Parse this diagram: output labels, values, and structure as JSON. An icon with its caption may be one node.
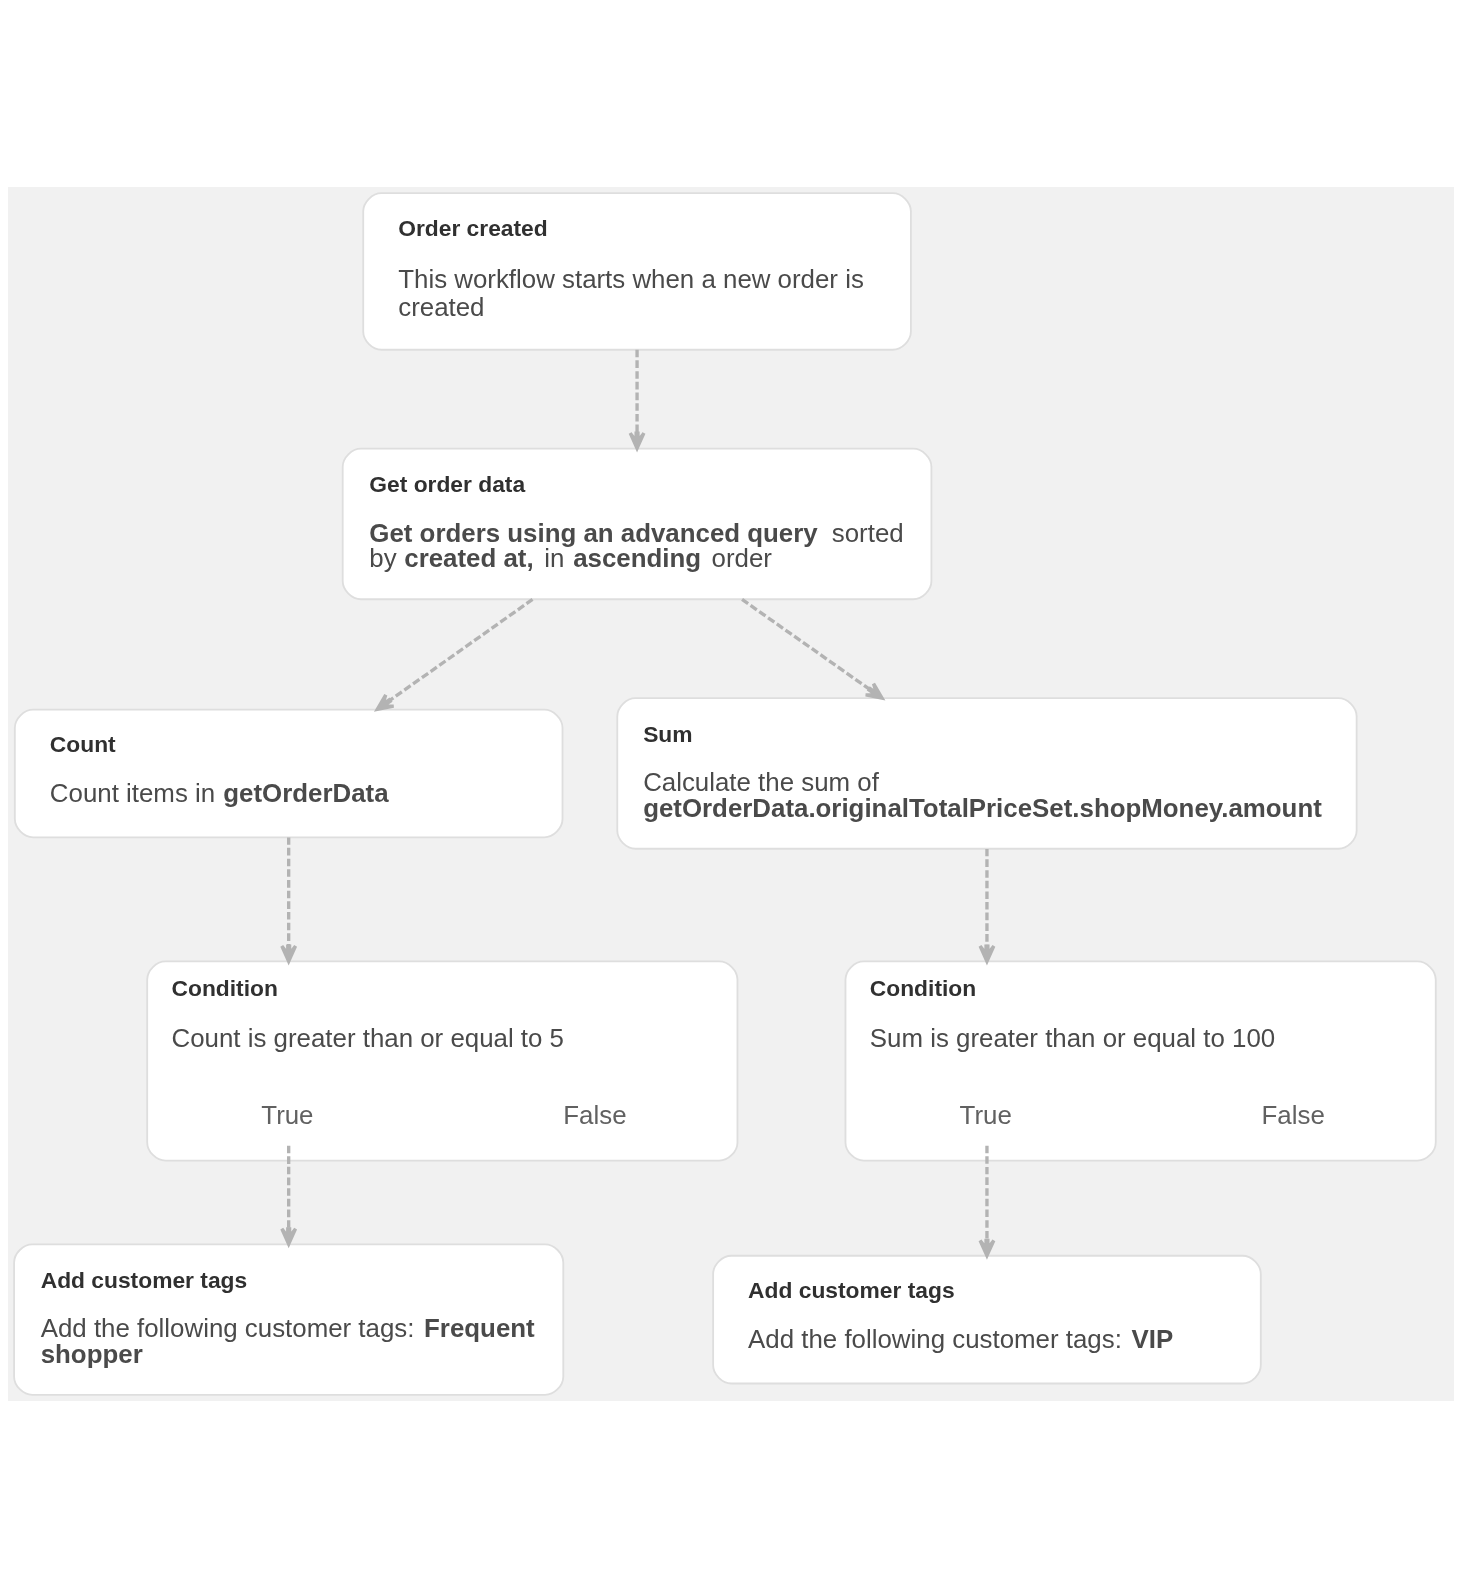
{
  "diagram": {
    "nodes": [
      {
        "text": [
          "Order created",
          "This workflow starts when a new order is created"
        ]
      },
      {
        "text": [
          "Get order data",
          "**Get orders using an advanced query** sorted by **created at**, in **ascending** order"
        ]
      },
      {
        "text": [
          "Count",
          "Count items in **getOrderData**"
        ]
      },
      {
        "text": [
          "Sum",
          "Calculate the sum of **getOrderData.originalTotalPriceSet.shopMoney.amount**"
        ]
      },
      {
        "text": [
          "Condition",
          "Count is greater than or equal to 5"
        ]
      },
      {
        "text": [
          "True"
        ],
        "in": 4
      },
      {
        "text": [
          "False"
        ],
        "in": 4
      },
      {
        "text": [
          "Condition",
          "Sum is greater than or equal to 100"
        ]
      },
      {
        "text": [
          "True"
        ],
        "in": 7
      },
      {
        "text": [
          "False"
        ],
        "in": 7
      },
      {
        "text": [
          "Add customer tags",
          "Add the following customer tags: **Frequent shopper**"
        ]
      },
      {
        "text": [
          "Add customer tags",
          "Add the following customer tags: **VIP**"
        ]
      }
    ],
    "edges": [
      {
        "from": 0,
        "to": 1,
        "arrow": "to",
        "style": "dashed"
      },
      {
        "from": 1,
        "to": 2,
        "arrow": "to",
        "style": "dashed"
      },
      {
        "from": 1,
        "to": 3,
        "arrow": "to",
        "style": "dashed"
      },
      {
        "from": 2,
        "to": 4,
        "arrow": "to",
        "style": "dashed"
      },
      {
        "from": 3,
        "to": 7,
        "arrow": "to",
        "style": "dashed"
      },
      {
        "from": 5,
        "to": 10,
        "arrow": "to",
        "style": "dashed"
      },
      {
        "from": 8,
        "to": 11,
        "arrow": "to",
        "style": "dashed"
      }
    ]
  }
}
